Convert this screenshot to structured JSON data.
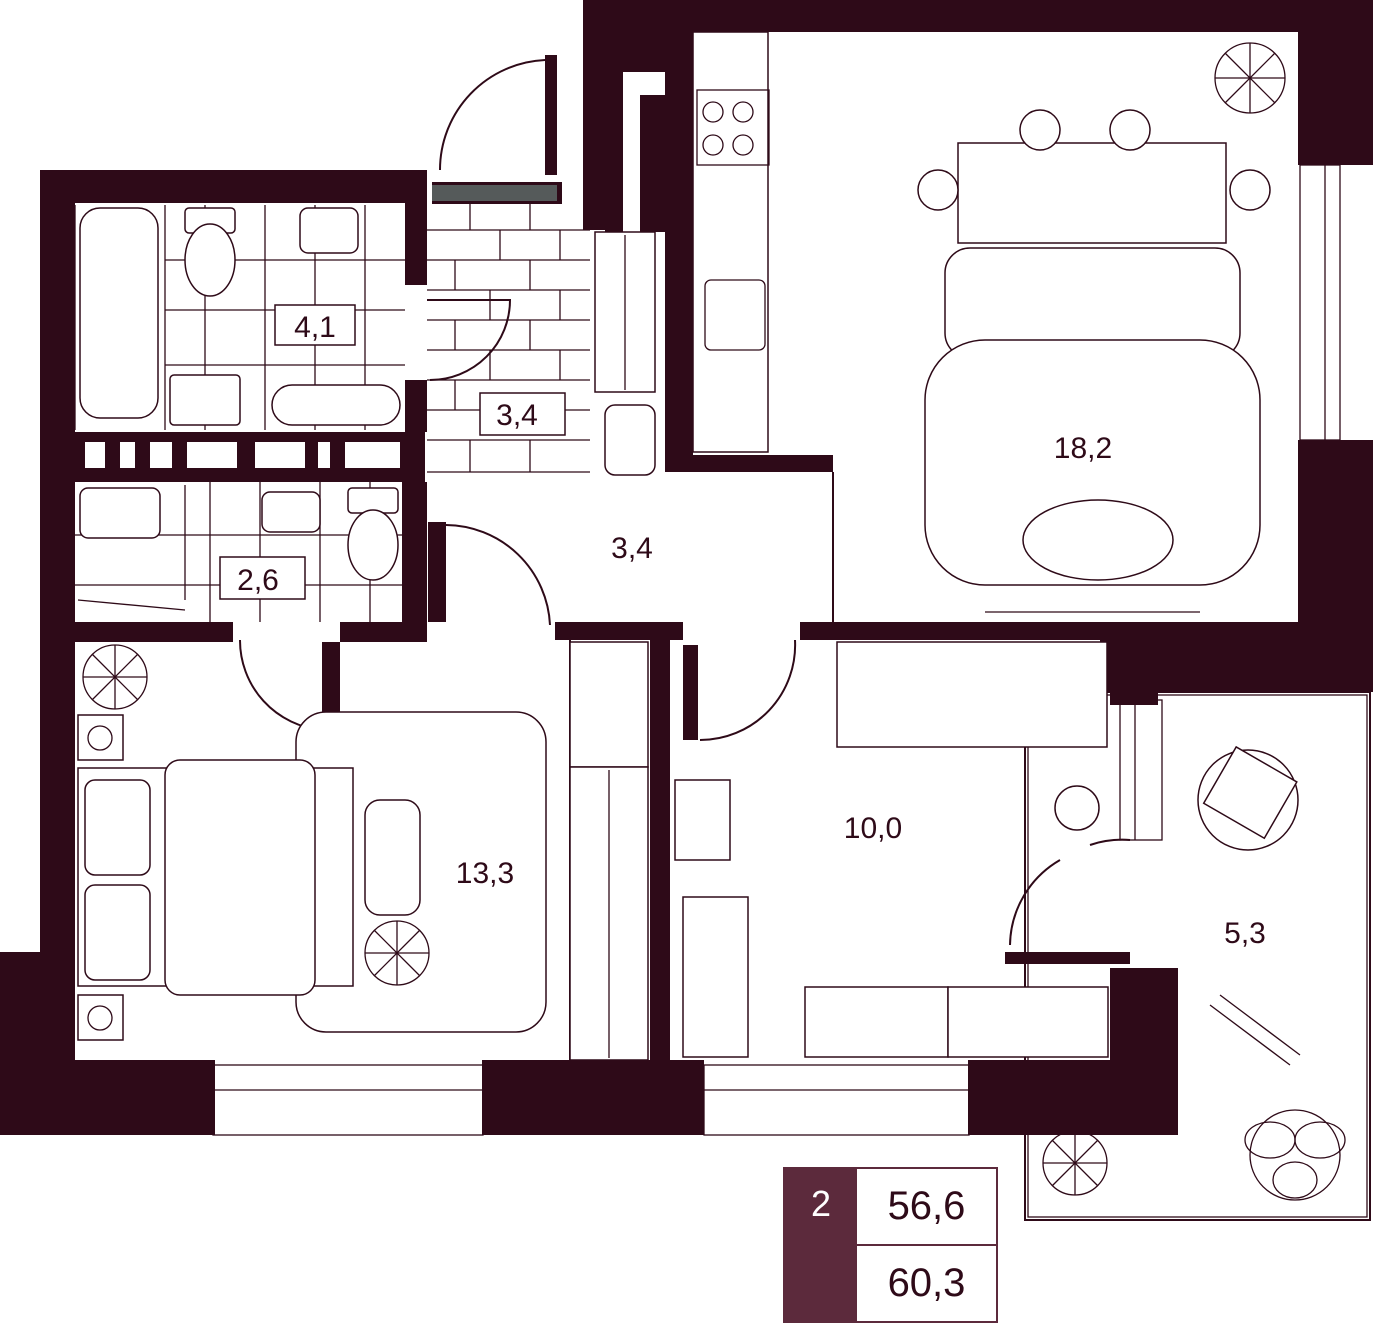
{
  "floorplan": {
    "rooms": [
      {
        "id": "bathroom",
        "area": "4,1"
      },
      {
        "id": "entrance-hall",
        "area": "3,4"
      },
      {
        "id": "corridor",
        "area": "3,4"
      },
      {
        "id": "toilet",
        "area": "2,6"
      },
      {
        "id": "kitchen-living",
        "area": "18,2"
      },
      {
        "id": "bedroom",
        "area": "13,3"
      },
      {
        "id": "children-room",
        "area": "10,0"
      },
      {
        "id": "balcony",
        "area": "5,3"
      }
    ]
  },
  "summary": {
    "room_count": "2",
    "living_area": "56,6",
    "total_area": "60,3"
  },
  "colors": {
    "wall": "#2e0a18",
    "accent": "#5c2a3c"
  }
}
